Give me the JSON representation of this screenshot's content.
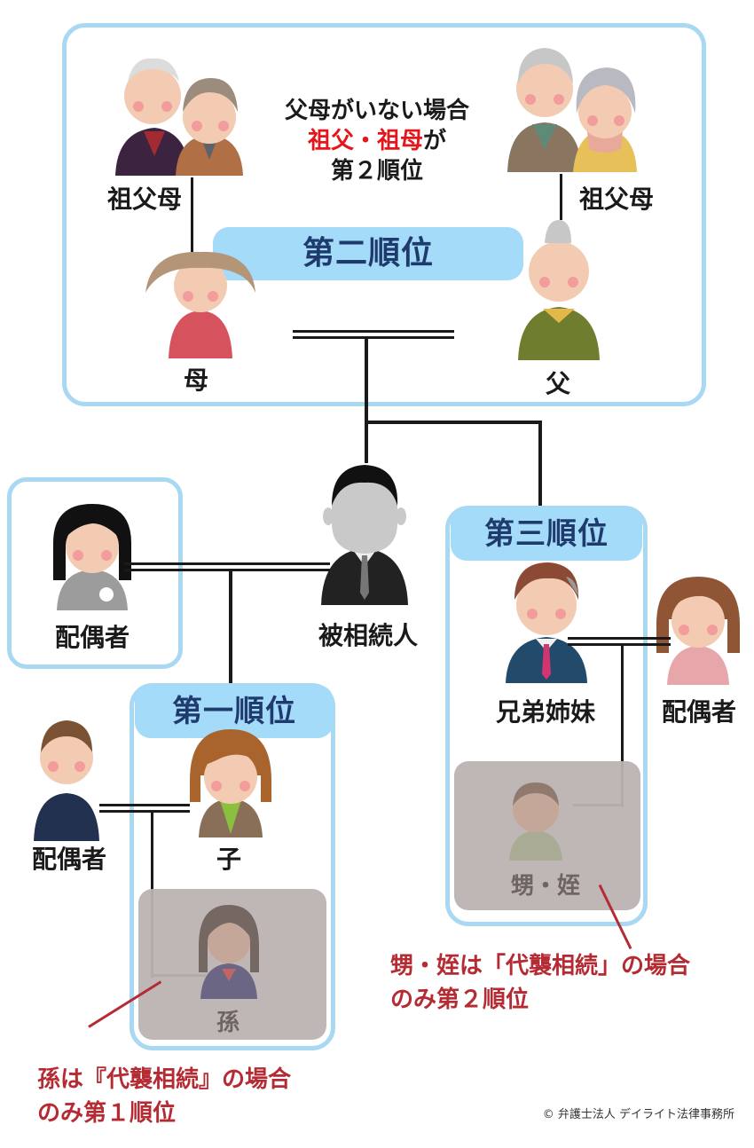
{
  "second_rank": {
    "badge": "第二順位",
    "note_line1": "父母がいない場合",
    "note_line2_red": "祖父・祖母",
    "note_line2_suffix": "が",
    "note_line3": "第２順位",
    "grandparents_left": "祖父母",
    "grandparents_right": "祖父母",
    "mother": "母",
    "father": "父"
  },
  "decedent": {
    "label": "被相続人"
  },
  "spouse_main": {
    "label": "配偶者"
  },
  "first_rank": {
    "badge": "第一順位",
    "child": "子",
    "child_spouse": "配偶者",
    "grandchild": "孫",
    "note_line1": "孫は『代襲相続』の場合",
    "note_line2": "のみ第１順位"
  },
  "third_rank": {
    "badge": "第三順位",
    "siblings": "兄弟姉妹",
    "sibling_spouse": "配偶者",
    "nephew_niece": "甥・姪",
    "note_line1": "甥・姪は「代襲相続」の場合",
    "note_line2": "のみ第２順位"
  },
  "copyright": "© 弁護士法人 デイライト法律事務所",
  "colors": {
    "frame": "#a9d8f3",
    "badge": "#a4dbf8",
    "badge_text": "#1f3b6e",
    "note_red": "#b52b33",
    "highlight_red": "#e5151b"
  }
}
